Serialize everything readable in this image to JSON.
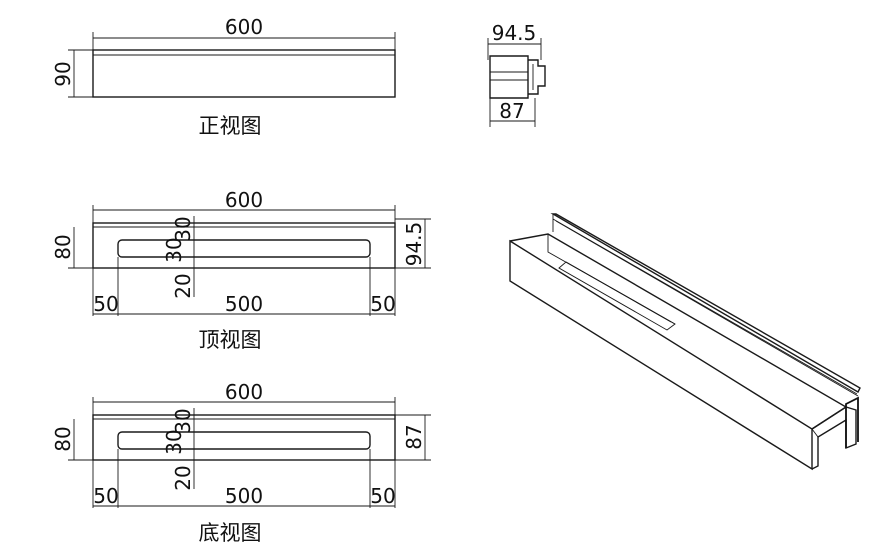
{
  "front_view": {
    "caption": "正视图",
    "dims": {
      "length": "600",
      "height": "90"
    }
  },
  "side_view": {
    "dims": {
      "top_width": "94.5",
      "bottom_width": "87"
    }
  },
  "top_view": {
    "caption": "顶视图",
    "dims": {
      "length": "600",
      "width": "80",
      "overall_width": "94.5",
      "slot_offset_a": "30",
      "slot_offset_b": "30",
      "slot_width": "20",
      "left_margin": "50",
      "slot_length": "500",
      "right_margin": "50"
    }
  },
  "bottom_view": {
    "caption": "底视图",
    "dims": {
      "length": "600",
      "width": "80",
      "overall_width": "87",
      "slot_offset_a": "30",
      "slot_offset_b": "30",
      "slot_width": "20",
      "left_margin": "50",
      "slot_length": "500",
      "right_margin": "50"
    }
  },
  "colors": {
    "line": "#1a1a1a",
    "background": "#ffffff"
  }
}
